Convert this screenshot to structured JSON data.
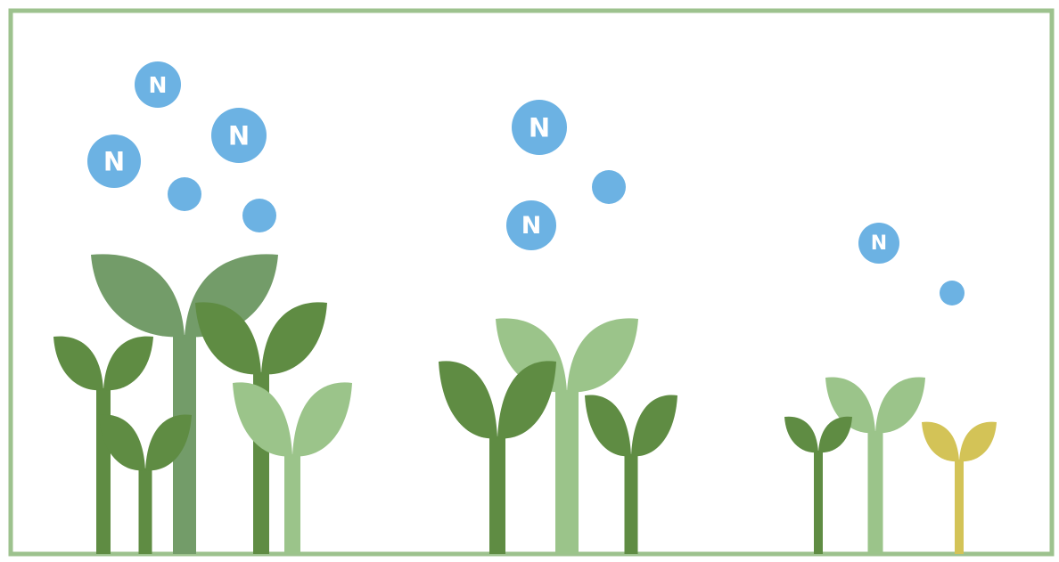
{
  "nitrogen_label": "N",
  "colors": {
    "frame": "#9dc28e",
    "nitrogen": "#6cb2e3",
    "nitrogen_text": "#ffffff",
    "dark_green": "#5f8c43",
    "mid_green": "#739c69",
    "light_green": "#9bc48a",
    "yellow": "#d3c357"
  },
  "groups": [
    {
      "name": "high-nitrogen",
      "labeled_molecules": 3,
      "unlabeled_molecules": 2,
      "plants": [
        {
          "name": "large-mid-green",
          "color": "mid_green"
        },
        {
          "name": "left-dark-green",
          "color": "dark_green"
        },
        {
          "name": "small-dark-green",
          "color": "dark_green"
        },
        {
          "name": "right-dark-green",
          "color": "dark_green"
        },
        {
          "name": "right-light-green",
          "color": "light_green"
        }
      ]
    },
    {
      "name": "medium-nitrogen",
      "labeled_molecules": 2,
      "unlabeled_molecules": 1,
      "plants": [
        {
          "name": "left-dark-green",
          "color": "dark_green"
        },
        {
          "name": "center-light-green",
          "color": "light_green"
        },
        {
          "name": "right-dark-green",
          "color": "dark_green"
        }
      ]
    },
    {
      "name": "low-nitrogen",
      "labeled_molecules": 1,
      "unlabeled_molecules": 1,
      "plants": [
        {
          "name": "left-dark-green",
          "color": "dark_green"
        },
        {
          "name": "center-light-green",
          "color": "light_green"
        },
        {
          "name": "right-yellow",
          "color": "yellow"
        }
      ]
    }
  ]
}
